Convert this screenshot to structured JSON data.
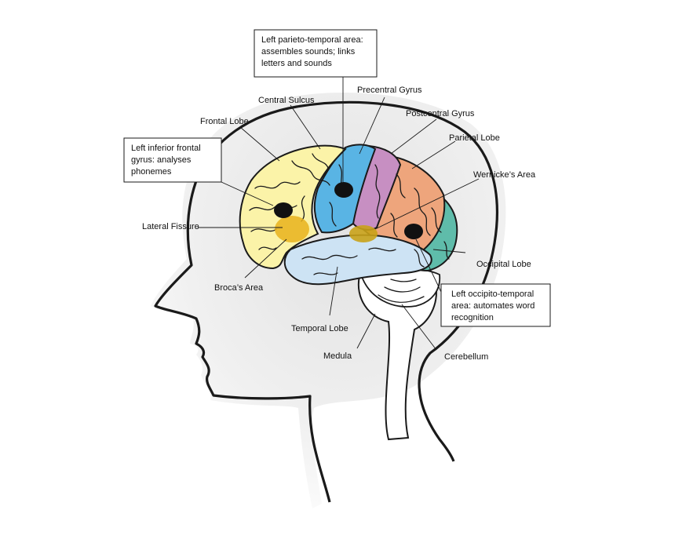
{
  "labels": {
    "frontal_lobe": "Frontal Lobe",
    "central_sulcus": "Central Sulcus",
    "precentral_gyrus": "Precentral Gyrus",
    "postcentral_gyrus": "Postcentral Gyrus",
    "parietal_lobe": "Parietal Lobe",
    "wernickes_area": "Wernicke’s Area",
    "lateral_fissure": "Lateral Fissure",
    "brocas_area": "Broca’s Area",
    "occipital_lobe": "Occipital Lobe",
    "temporal_lobe": "Temporal Lobe",
    "medula": "Medula",
    "cerebellum": "Cerebellum"
  },
  "callouts": {
    "parieto_temporal": {
      "line1": "Left parieto-temporal area:",
      "line2": "assembles sounds; links",
      "line3": "letters and sounds"
    },
    "inferior_frontal": {
      "line1": "Left inferior frontal",
      "line2": "gyrus: analyses",
      "line3": "phonemes"
    },
    "occipito_temporal": {
      "line1": "Left occipito-temporal",
      "line2": "area: automates word",
      "line3": "recognition"
    }
  },
  "colors": {
    "frontal": "#fbf3a8",
    "precentral": "#59b4e4",
    "postcentral": "#c78fc2",
    "parietal": "#eea57c",
    "occipital": "#5fbcaa",
    "temporal": "#cde3f4",
    "highlight": "#e7b21c",
    "head_fill": "#ececec",
    "outline": "#1a1a1a"
  }
}
